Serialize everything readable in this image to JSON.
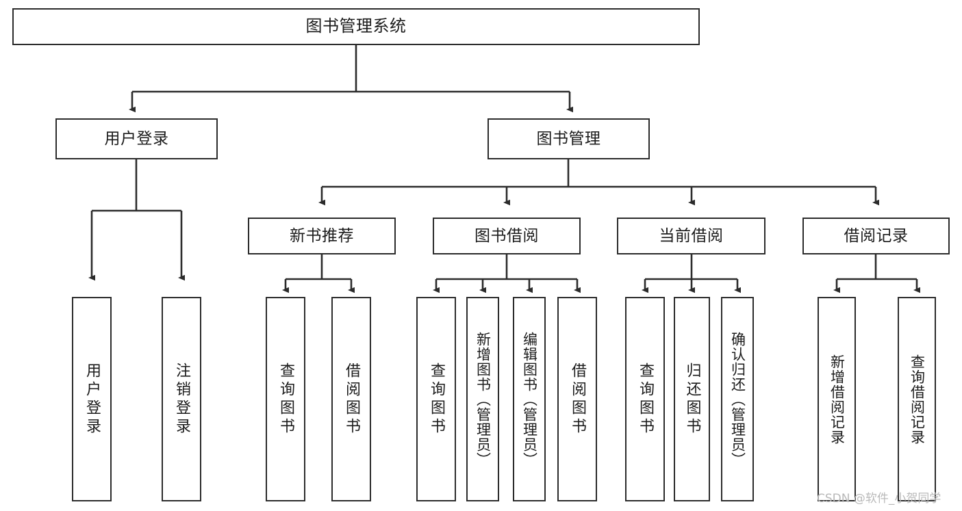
{
  "diagram": {
    "title": "图书管理系统",
    "watermark": "CSDN @软件_小贺同学",
    "colors": {
      "stroke": "#2b2b2b",
      "fill": "#ffffff",
      "text": "#1b1b1b",
      "watermark": "#b9b9b9"
    },
    "nodes": {
      "root": {
        "label": "图书管理系统"
      },
      "level1": [
        {
          "label": "用户登录"
        },
        {
          "label": "图书管理"
        }
      ],
      "level2": [
        {
          "label": "新书推荐"
        },
        {
          "label": "图书借阅"
        },
        {
          "label": "当前借阅"
        },
        {
          "label": "借阅记录"
        }
      ],
      "leaves": {
        "user_login": [
          {
            "label": "用户登录"
          },
          {
            "label": "注销登录"
          }
        ],
        "new_book_recommend": [
          {
            "label": "查询图书"
          },
          {
            "label": "借阅图书"
          }
        ],
        "book_borrow": [
          {
            "label": "查询图书"
          },
          {
            "label": "新增图书（管理员）"
          },
          {
            "label": "编辑图书（管理员）"
          },
          {
            "label": "借阅图书"
          }
        ],
        "current_borrow": [
          {
            "label": "查询图书"
          },
          {
            "label": "归还图书"
          },
          {
            "label": "确认归还（管理员）"
          }
        ],
        "borrow_record": [
          {
            "label": "新增借阅记录"
          },
          {
            "label": "查询借阅记录"
          }
        ]
      }
    }
  }
}
